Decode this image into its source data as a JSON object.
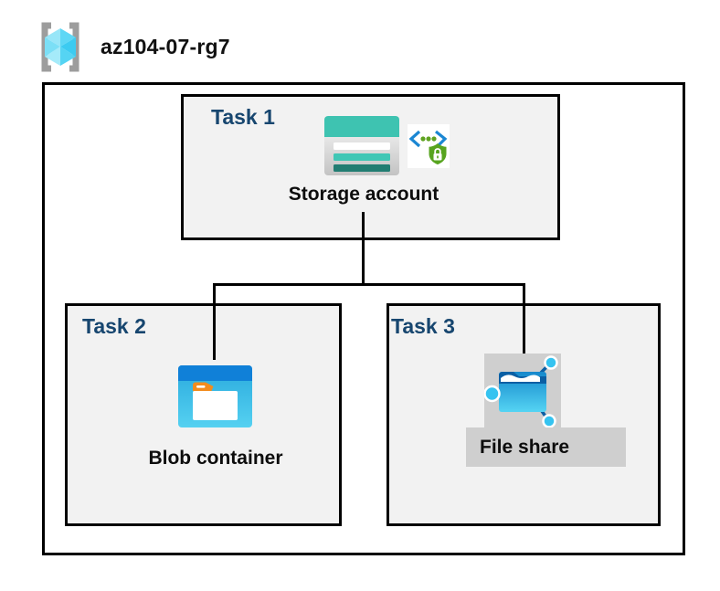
{
  "header": {
    "title": "az104-07-rg7",
    "icon": "resource-group-icon"
  },
  "tasks": [
    {
      "label": "Task 1",
      "item_label": "Storage account",
      "icons": [
        "storage-account-icon",
        "devops-security-icon"
      ]
    },
    {
      "label": "Task 2",
      "item_label": "Blob container",
      "icons": [
        "blob-container-icon"
      ]
    },
    {
      "label": "Task 3",
      "item_label": "File share",
      "icons": [
        "file-share-icon"
      ]
    }
  ],
  "colors": {
    "task_label": "#17466F",
    "box_fill": "#f2f2f2",
    "box_border": "#000000",
    "storage_teal": "#3EC3B1",
    "storage_teal_dark": "#217D72",
    "blob_blue_header": "#1080D8",
    "blob_cyan": "#3FC2EA",
    "blob_tab_orange": "#F28C1E",
    "fileshare_dark_blue": "#0B5FA4",
    "fileshare_node_cyan": "#35C3F0",
    "devops_chevron_blue": "#1B87D3",
    "devops_green": "#57A41F",
    "cube_cyan": "#55D4F3",
    "bracket_gray": "#9d9d9d",
    "selection_gray": "#cfcfcf"
  }
}
